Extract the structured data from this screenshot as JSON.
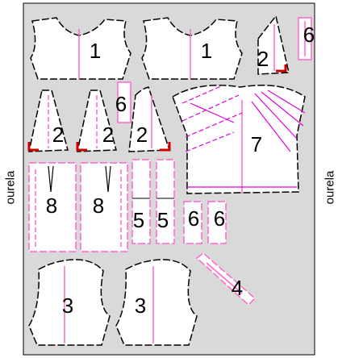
{
  "selvage_left": "ourela",
  "selvage_right": "ourela",
  "colors": {
    "background": "#d9d9d9",
    "piece_fill": "#ffffff",
    "outline": "#000000",
    "grain_line": "#ff66cc",
    "magenta": "#e000e0",
    "corner_mark": "#cc0000"
  },
  "pieces": {
    "front_bodice_left": "1",
    "front_bodice_right": "1",
    "sleeve_top": "2",
    "strip_top_right": "6",
    "piece_left_small": "2",
    "piece_mid_small": "2",
    "piece_right_small": "2",
    "strip_middle": "6",
    "back_bodice": "7",
    "skirt_left": "8",
    "skirt_right": "8",
    "band_1": "5",
    "band_2": "5",
    "band_3": "6",
    "band_4": "6",
    "collar_strip": "4",
    "lace_front_left": "3",
    "lace_front_right": "3"
  }
}
